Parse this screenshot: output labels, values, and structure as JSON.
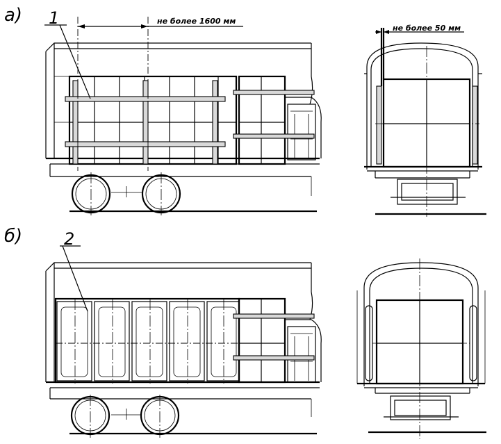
{
  "section_a": {
    "label": "а)",
    "item_number": "1"
  },
  "section_b": {
    "label": "б)",
    "item_number": "2"
  },
  "dimensions": {
    "spacing_max": "не более 1600 мм",
    "gap_max": "не более 50 мм"
  }
}
